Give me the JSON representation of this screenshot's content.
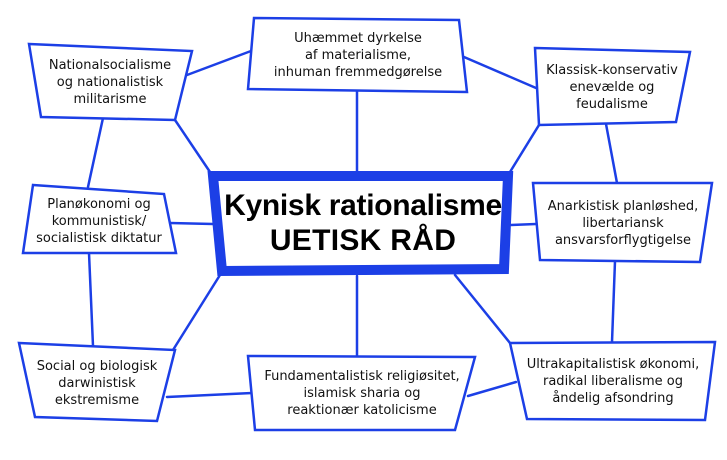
{
  "colors": {
    "stroke": "#1c3fe6",
    "background": "#ffffff",
    "text": "#111111"
  },
  "center": {
    "title": "Kynisk rationalisme",
    "subtitle": "UETISK RÅD"
  },
  "nodes": [
    {
      "id": "top",
      "label": "Uhæmmet dyrkelse\naf materialisme,\ninhuman fremmedgørelse"
    },
    {
      "id": "top-left",
      "label": "Nationalsocialisme\nog nationalistisk\nmilitarisme"
    },
    {
      "id": "top-right",
      "label": "Klassisk-konservativ\nenevælde og\nfeudalisme"
    },
    {
      "id": "mid-left",
      "label": "Planøkonomi og\nkommunistisk/\nsocialistisk diktatur"
    },
    {
      "id": "mid-right",
      "label": "Anarkistisk planløshed,\nlibertariansk\nansvarsforflygtigelse"
    },
    {
      "id": "bottom-left",
      "label": "Social og biologisk\ndarwinistisk\nekstremisme"
    },
    {
      "id": "bottom-center",
      "label": "Fundamentalistisk religiøsitet,\nislamisk sharia og\nreaktionær katolicisme"
    },
    {
      "id": "bottom-right",
      "label": "Ultrakapitalistisk økonomi,\nradikal liberalisme og\nåndelig afsondring"
    }
  ]
}
